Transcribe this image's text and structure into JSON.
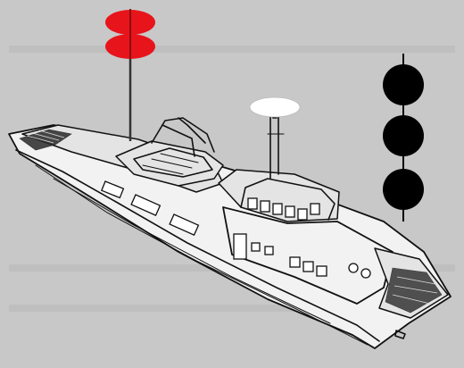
{
  "colors": {
    "background": "#c8c8c8",
    "masthead_light_red": "#e8141b",
    "stern_light_white": "#ffffff",
    "day_shape_black": "#000000",
    "line_art": "#111111"
  },
  "scene": {
    "subject": "ship-line-drawing",
    "red_light_count": 2,
    "white_light_count": 1,
    "black_ball_count": 3
  }
}
